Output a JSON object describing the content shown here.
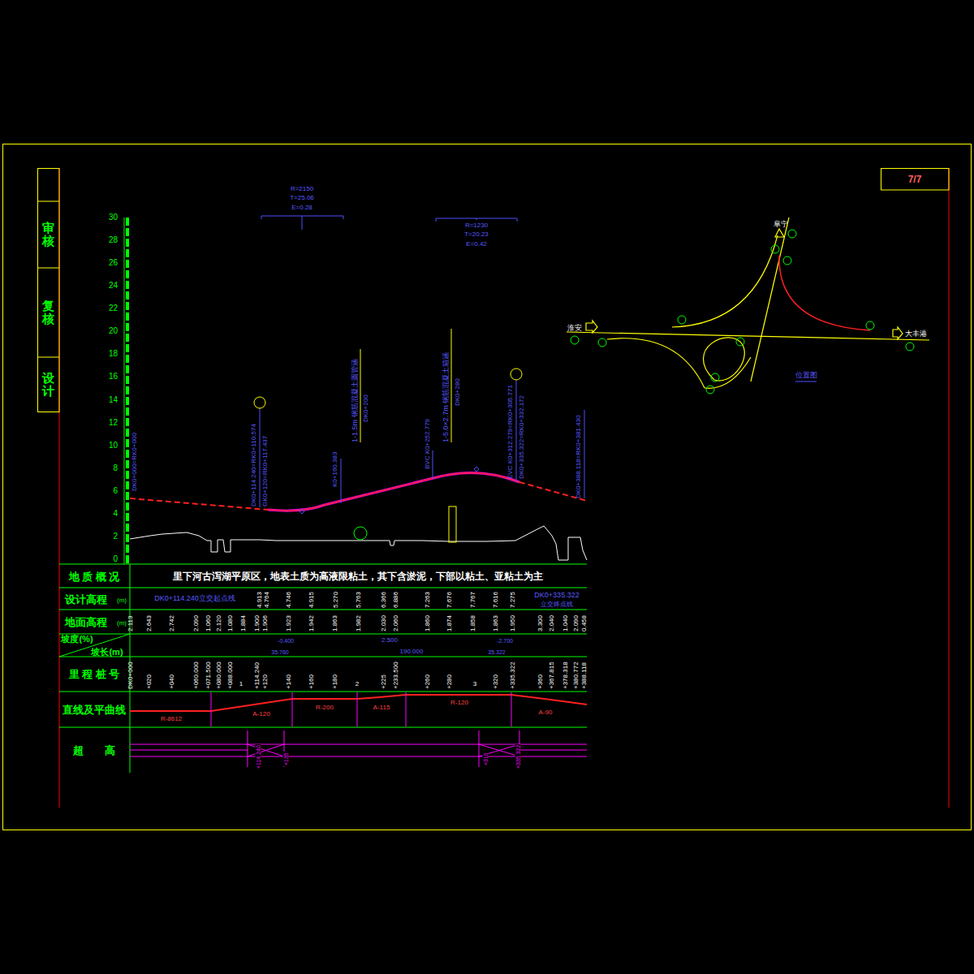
{
  "diagram": {
    "nodes": [
      {
        "text": [
          "审核"
        ]
      },
      {
        "text": [
          "复核"
        ]
      },
      {
        "text": [
          "设计"
        ]
      },
      {
        "text": [
          "7/7"
        ]
      }
    ],
    "labels": [
      "0",
      "2",
      "4",
      "6",
      "8",
      "10",
      "12",
      "14",
      "16",
      "18",
      "20",
      "22",
      "24",
      "26",
      "28",
      "30",
      "R=2150",
      "T=25.06",
      "E=0.28",
      "R=1230",
      "T=20.23",
      "E=0.42",
      "DK0+000=RK0+000",
      "DK0+114.240=RK0+110.574",
      "GK0+120=RK0+117.437",
      "K0+160.383",
      "1-1.5m 钢筋混凝土圆管涵",
      "DK0+200",
      "1-5.0×2.7m 钢筋混凝土箱涵",
      "DK0+280",
      "BVC K0+252.779",
      "EVC K0+312.279=RK0+305.771",
      "DK0+335.322=RK0+332.172",
      "DK0+388.118=RK0+381.430",
      "地 质 概 况",
      "设计高程",
      "(m)",
      "地面高程",
      "(m)",
      "坡度(%)",
      "坡长(m)",
      "里 程 桩 号",
      "直线及平曲线",
      "超　　高",
      "里下河古泻湖平原区，地表土质为高液限粘土，其下含淤泥，下部以粘土、亚粘土为主",
      "DK0+114.240立交起点线",
      "4.913",
      "4.764",
      "4.746",
      "4.915",
      "5.270",
      "5.763",
      "6.366",
      "6.886",
      "7.263",
      "7.676",
      "7.767",
      "7.616",
      "7.275",
      "DK0+335.322",
      "立交终点线",
      "2.113",
      "2.643",
      "2.742",
      "2.090",
      "1.060",
      "2.120",
      "1.080",
      "1.884",
      "1.900",
      "1.906",
      "1.923",
      "1.942",
      "1.863",
      "1.982",
      "2.030",
      "2.060",
      "1.860",
      "1.874",
      "1.858",
      "1.863",
      "1.950",
      "3.300",
      "2.040",
      "1.040",
      "2.090",
      "0.458",
      "-0.400",
      "35.760",
      "2.500",
      "190.000",
      "-2.700",
      "35.322",
      "DK0+000",
      "+020",
      "+040",
      "+060.000",
      "+071.500",
      "+080.000",
      "+088.000",
      "+114.240",
      "+120",
      "+140",
      "+160",
      "+180",
      "+225",
      "+233.500",
      "+260",
      "+280",
      "+320",
      "+335.322",
      "+360",
      "+367.815",
      "+378.318",
      "+380.772",
      "+388.118",
      "1",
      "2",
      "3",
      "R-8612",
      "A-120",
      "R-200",
      "A-115",
      "R-120",
      "A-90",
      "+114.240",
      "+135",
      "+310",
      "+335.322",
      "淮安",
      "大丰港",
      "阜宁",
      "位置图"
    ]
  }
}
